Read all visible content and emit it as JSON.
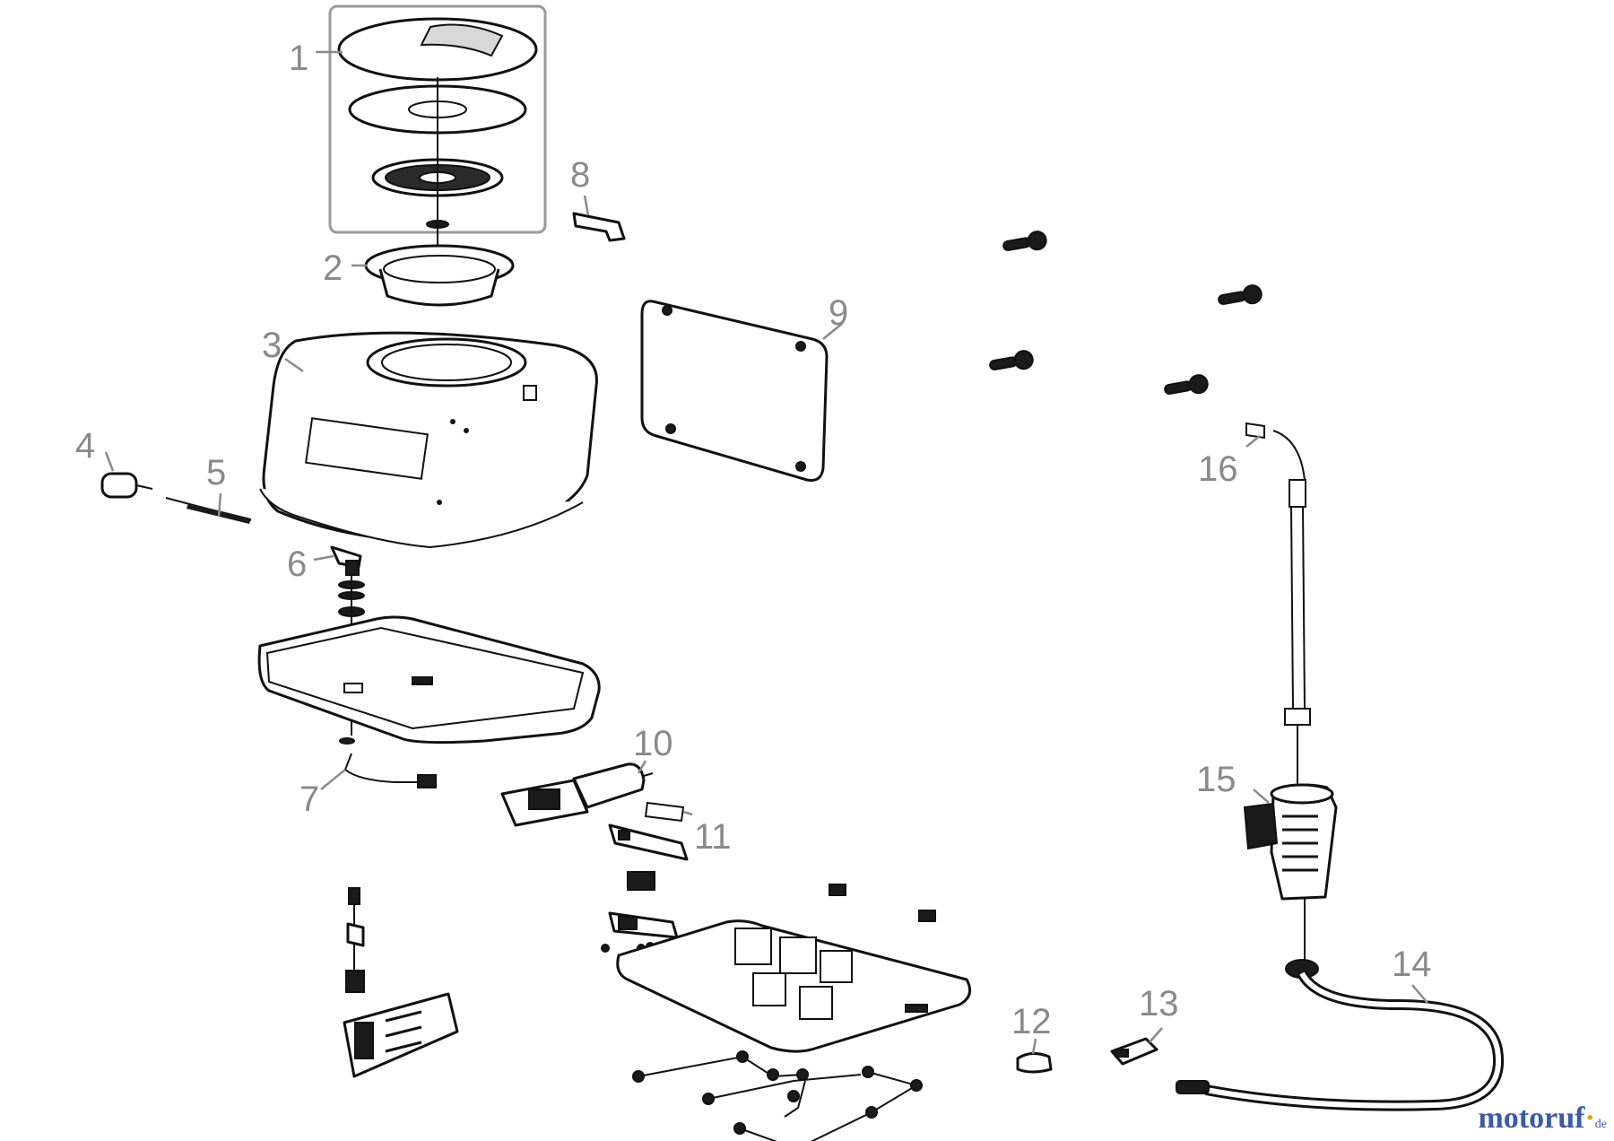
{
  "callouts": [
    "1",
    "2",
    "3",
    "4",
    "5",
    "6",
    "7",
    "8",
    "9",
    "10",
    "11",
    "12",
    "13",
    "14",
    "15",
    "16"
  ],
  "watermark": {
    "main": "motoruf",
    "accent": "·",
    "suffix": "de"
  }
}
